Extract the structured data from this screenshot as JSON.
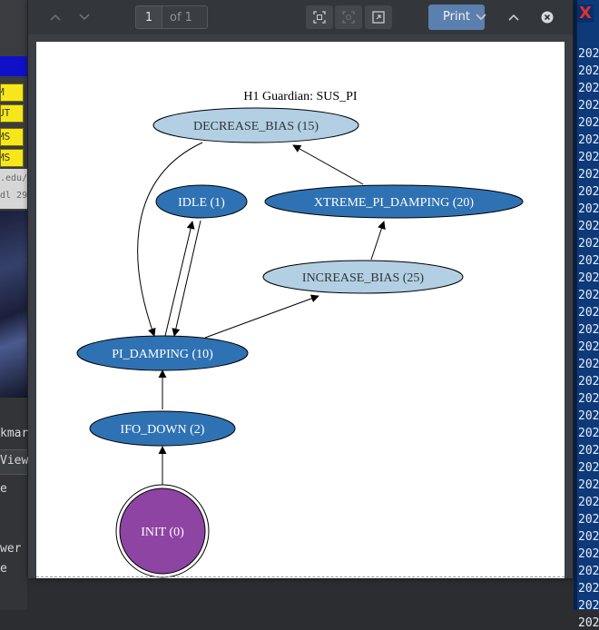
{
  "viewer": {
    "toolbar": {
      "page_current": "1",
      "page_total": "of 1",
      "print_label": "Print",
      "icons": [
        "chevron-up-icon",
        "chevron-down-icon",
        "fit-page-icon",
        "zoom-icon",
        "fit-width-icon",
        "chevron-down-icon",
        "chevron-up-icon",
        "close-icon"
      ]
    },
    "graph": {
      "title": "H1 Guardian: SUS_PI",
      "nodes": [
        {
          "id": "decrease_bias",
          "label": "DECREASE_BIAS (15)",
          "fill": "#b2cfe4",
          "text": "#333333"
        },
        {
          "id": "idle",
          "label": "IDLE (1)",
          "fill": "#2f72b3",
          "text": "#ffffff"
        },
        {
          "id": "xtreme",
          "label": "XTREME_PI_DAMPING (20)",
          "fill": "#2f72b3",
          "text": "#ffffff"
        },
        {
          "id": "increase_bias",
          "label": "INCREASE_BIAS (25)",
          "fill": "#b2cfe4",
          "text": "#333333"
        },
        {
          "id": "pi_damping",
          "label": "PI_DAMPING (10)",
          "fill": "#2f72b3",
          "text": "#ffffff"
        },
        {
          "id": "ifo_down",
          "label": "IFO_DOWN (2)",
          "fill": "#2f72b3",
          "text": "#ffffff"
        },
        {
          "id": "init",
          "label": "INIT (0)",
          "fill": "#8e44a3",
          "text": "#ffffff"
        }
      ]
    }
  },
  "background": {
    "left_buttons": [
      "M",
      "UT",
      "MS",
      "MS"
    ],
    "left_gray_lines": [
      ".edu/s",
      "dl 29"
    ],
    "left_texts": [
      "kmark",
      "View",
      "e",
      "wer",
      "e"
    ],
    "terminal_line": "202",
    "terminal_line_count": 34,
    "colors": {
      "terminal": "#0e3a7a",
      "accent": "#5b7fae"
    }
  }
}
